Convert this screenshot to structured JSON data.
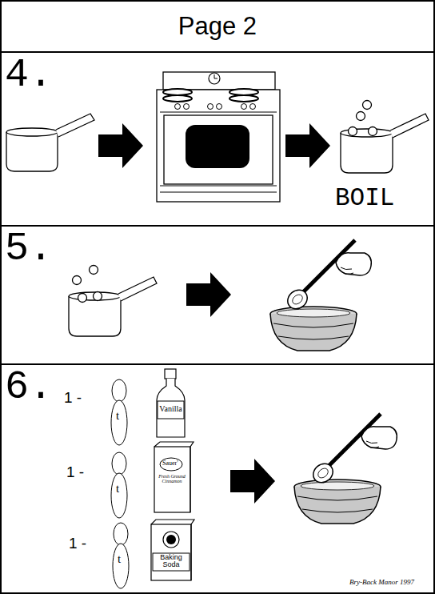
{
  "diagram": {
    "title": "Page 2",
    "nodes": [
      {
        "text": [
          "4."
        ]
      },
      {
        "text": [
          "5."
        ]
      },
      {
        "text": [
          "6."
        ]
      }
    ],
    "labels": [
      "BOIL",
      "1 -",
      "t",
      "Vanilla",
      "1 -",
      "t",
      "Sauer'",
      "Fresh Ground Cinnamon",
      "1 -",
      "t",
      "Baking Soda",
      "Bry-Back Manor 1997"
    ]
  }
}
